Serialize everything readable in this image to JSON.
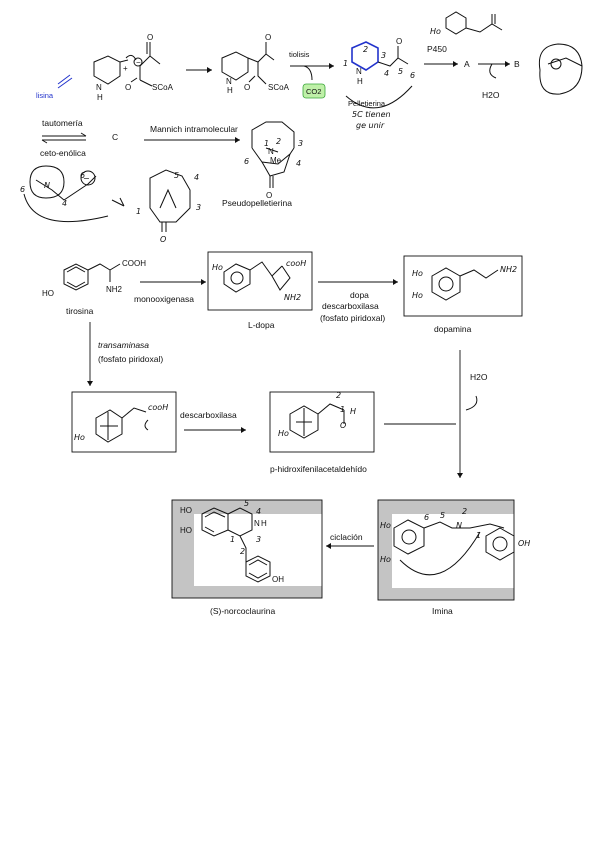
{
  "labels": {
    "lisina": "lisina",
    "enzyme_top": "tiolisis",
    "co2": "CO2",
    "pelletierina": "Pelletierina",
    "note_line1": "5C tienen",
    "note_line2": "ge unir",
    "p450": "P450",
    "a": "A",
    "b": "B",
    "h2o_top": "H2O",
    "tautomeria": "tautomería",
    "ceto_enolica": "ceto-enólica",
    "c": "C",
    "mannich": "Mannich intramolecular",
    "pseudopelletierina": "Pseudopelletierina",
    "tirosina": "tirosina",
    "monooxigenasa": "monooxigenasa",
    "ldopa": "L-dopa",
    "dopa_desc_1": "dopa",
    "dopa_desc_2": "descarboxilasa",
    "dopa_desc_3": "(fosfato piridoxal)",
    "dopamina": "dopamina",
    "transaminasa": "transaminasa",
    "transaminasa_cof": "(fosfato piridoxal)",
    "h2o_mid": "H2O",
    "descarboxilasa": "descarboxilasa",
    "phpa": "p-hidroxifenilacetaldehído",
    "ciclacion": "ciclación",
    "norcoclaurina": "(S)-norcoclaurina",
    "imina": "Imina"
  },
  "atoms": {
    "nh": "N",
    "h": "H",
    "plus": "+",
    "minus": "−",
    "o": "O",
    "scoa": "SCoA",
    "me": "Me",
    "cooh": "COOH",
    "nh2": "NH2",
    "ho": "HO",
    "oh": "OH",
    "ho_short": "Ho",
    "cooh_hand": "cooH",
    "nh2_hand": "NH2",
    "ho_hand": "Ho",
    "oh_hand": "OH"
  },
  "numbers": [
    "1",
    "2",
    "3",
    "4",
    "5",
    "6"
  ],
  "colors": {
    "accent": "#2233cc",
    "co2_box": "#bff0a8",
    "co2_border": "#3aa63a",
    "shade": "#c4c4c4"
  }
}
